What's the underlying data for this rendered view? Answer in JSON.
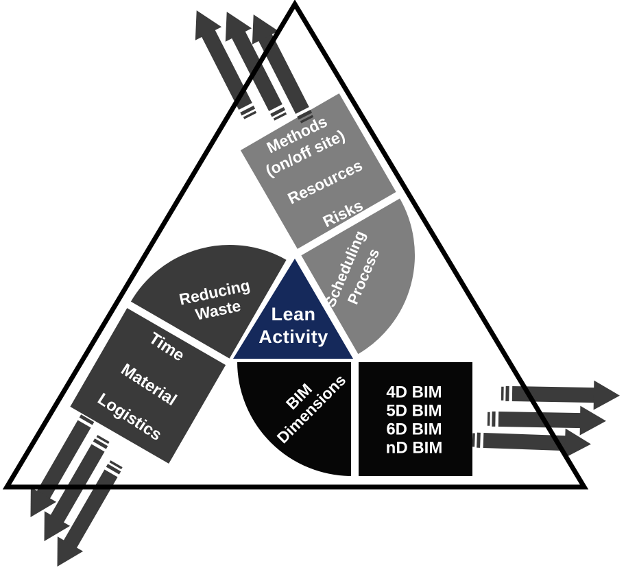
{
  "center": {
    "line1": "Lean",
    "line2": "Activity"
  },
  "planning_blade": {
    "methods_line1": "Methods",
    "methods_line2": "(on/off site)",
    "resources": "Resources",
    "risks": "Risks",
    "disc_line1": "Scheduling",
    "disc_line2": "Process"
  },
  "lean_blade": {
    "disc_line1": "Reducing",
    "disc_line2": "Waste",
    "row1": "Time",
    "row2": "Material",
    "row3": "Logistics"
  },
  "bim_blade": {
    "disc_line1": "BIM",
    "disc_line2": "Dimensions",
    "item1": "4D BIM",
    "item2": "5D BIM",
    "item3": "6D BIM",
    "item4": "nD BIM"
  },
  "colors": {
    "outline": "#000000",
    "center_fill": "#15295b",
    "planning_fill": "#7f7f7f",
    "lean_fill": "#3a3a3a",
    "bim_fill": "#060606",
    "arrow_fill": "#3b3b3b",
    "label": "#ffffff"
  }
}
